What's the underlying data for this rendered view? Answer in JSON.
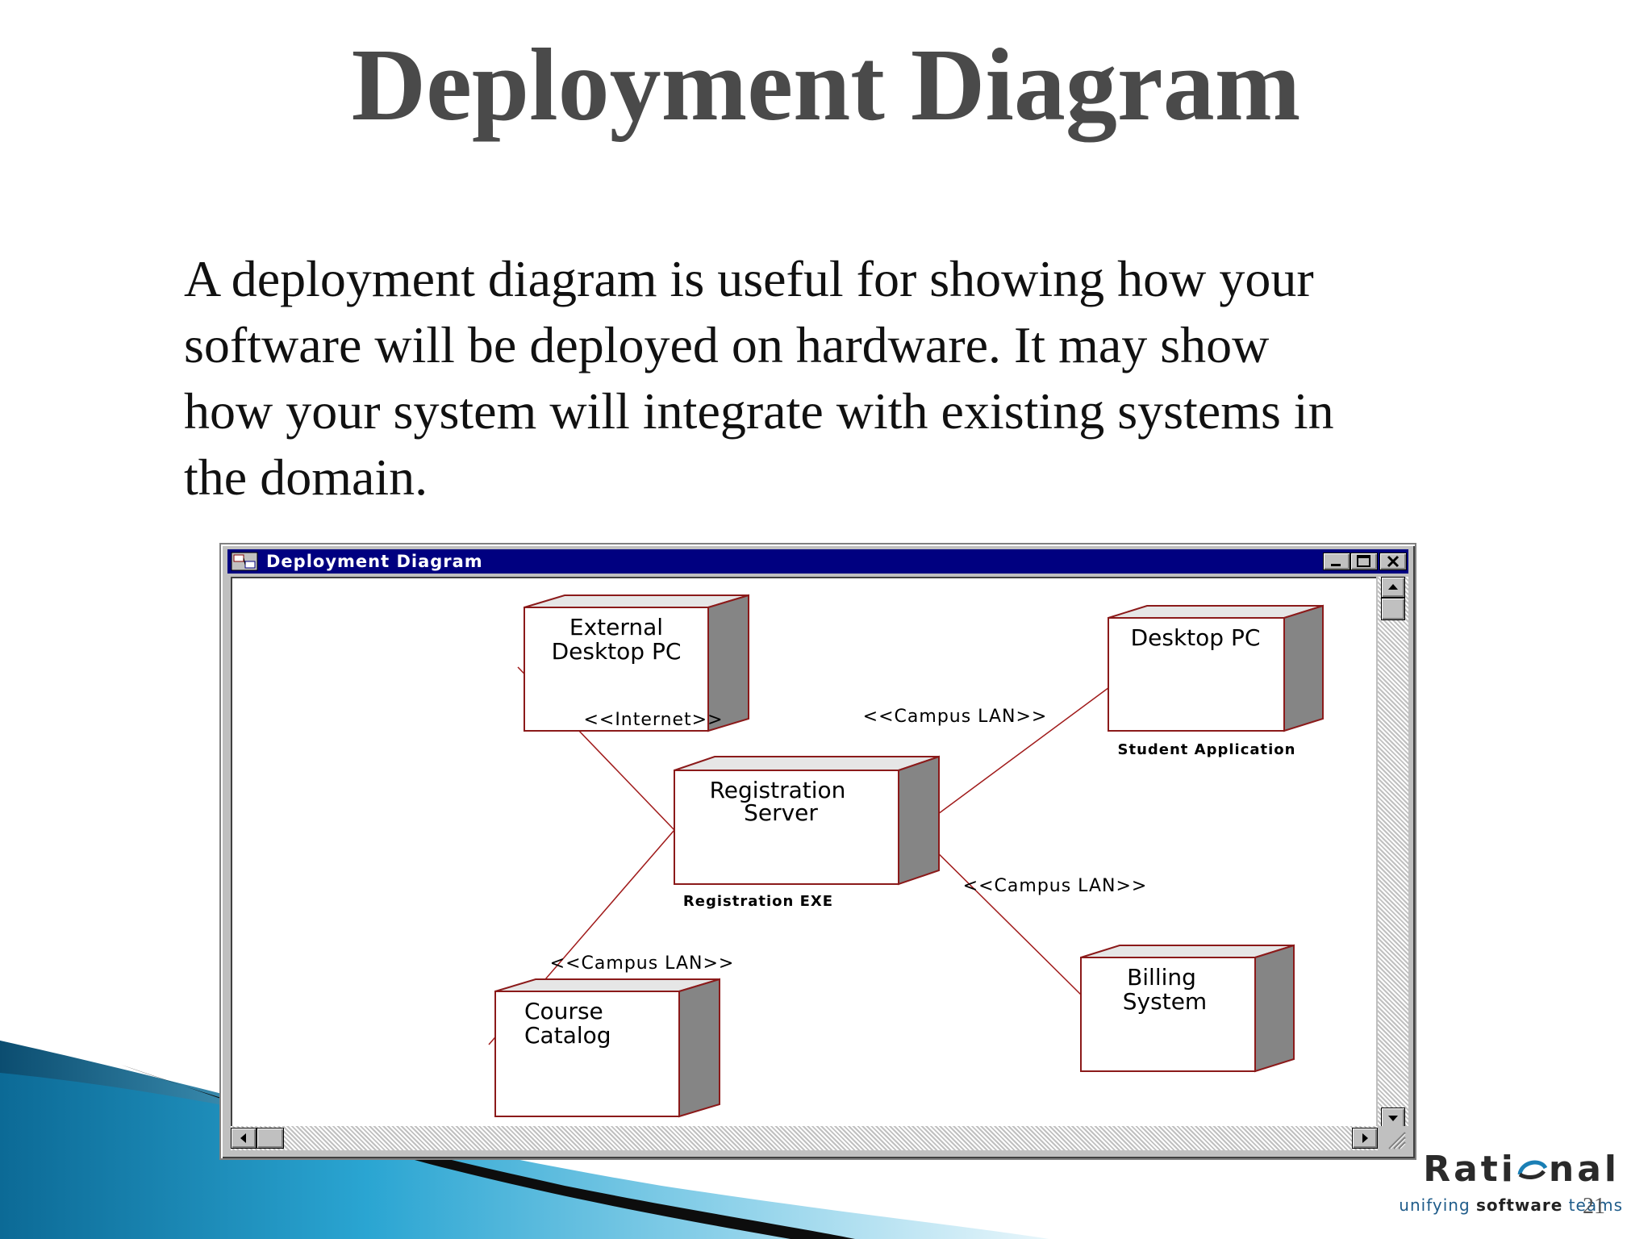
{
  "slide": {
    "title": "Deployment Diagram",
    "body": "A deployment diagram is useful for showing how your\nsoftware will be deployed on hardware.  It may show\nhow your system will integrate with existing systems in\nthe domain.",
    "page_number": "21"
  },
  "window": {
    "title": "Deployment Diagram"
  },
  "diagram": {
    "nodes": {
      "external": {
        "line1": "External",
        "line2": "Desktop PC"
      },
      "desktop": {
        "line1": "Desktop PC",
        "process": "Student Application"
      },
      "registration": {
        "line1": "Registration",
        "line2": "Server",
        "process": "Registration EXE"
      },
      "course": {
        "line1": "Course",
        "line2": "Catalog"
      },
      "billing": {
        "line1": "Billing",
        "line2": "System"
      }
    },
    "connections": {
      "internet": "<<Internet>>",
      "lan_desktop": "<<Campus LAN>>",
      "lan_billing": "<<Campus LAN>>",
      "lan_course": "<<Campus LAN>>"
    }
  },
  "logo": {
    "word_a": "Rati",
    "word_b": "nal",
    "tag_a": "unifying ",
    "tag_b": "software",
    "tag_c": " teams"
  },
  "colors": {
    "title": "#4a4a4a",
    "window_titlebar": "#000080",
    "node_border": "#8b1a1a",
    "node_side": "#808080",
    "wave_blue": "#1a8fc0"
  }
}
